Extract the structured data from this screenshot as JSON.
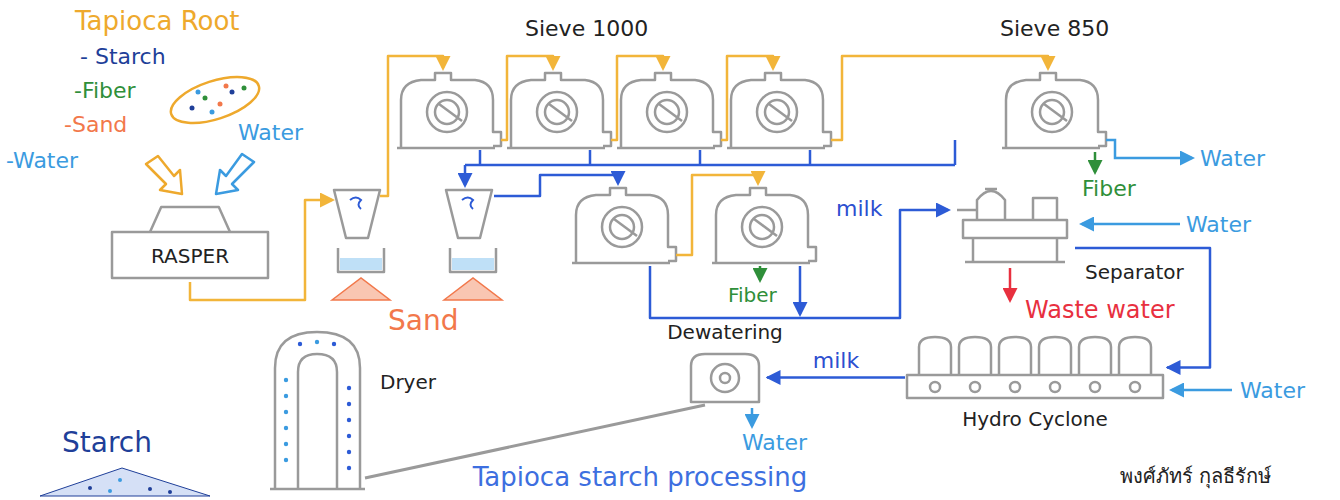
{
  "diagram": {
    "caption": "Tapioca starch processing",
    "nodes": [
      {
        "text": [
          "RASPER"
        ]
      },
      {
        "text": [
          "Separator"
        ]
      },
      {
        "text": [
          "Dryer"
        ]
      },
      {
        "text": [
          "Dewatering"
        ]
      },
      {
        "text": [
          "Hydro Cyclone"
        ]
      }
    ],
    "edges": [
      {
        "from": 1,
        "to": 4,
        "arrow": "to"
      },
      {
        "from": 4,
        "to": 3,
        "label": "milk",
        "arrow": "to"
      },
      {
        "from": 3,
        "to": 2,
        "arrow": "none"
      }
    ],
    "labels": [
      "Tapioca Root",
      "- Starch",
      "-Fiber",
      "-Sand",
      "-Water",
      "Water",
      "Sieve 1000",
      "Sieve 850",
      "Water",
      "Fiber",
      "milk",
      "Water",
      "Waste water",
      "Sand",
      "Fiber",
      "Water",
      "Water",
      "Starch",
      "พงศ์ภัทร์ กุลธีรักษ์"
    ]
  }
}
